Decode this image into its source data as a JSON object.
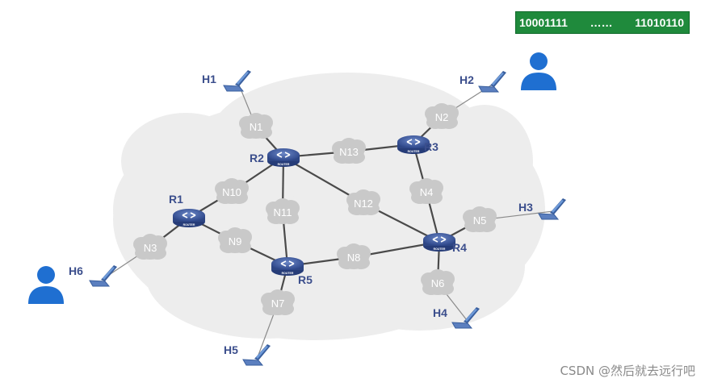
{
  "banner": {
    "left_bits": "10001111",
    "dots": "……",
    "right_bits": "11010110"
  },
  "routers": [
    {
      "id": "R1",
      "label": "R1"
    },
    {
      "id": "R2",
      "label": "R2"
    },
    {
      "id": "R3",
      "label": "R3"
    },
    {
      "id": "R4",
      "label": "R4"
    },
    {
      "id": "R5",
      "label": "R5"
    }
  ],
  "router_caption": "ROUTER",
  "networks": [
    {
      "id": "N1",
      "label": "N1"
    },
    {
      "id": "N2",
      "label": "N2"
    },
    {
      "id": "N3",
      "label": "N3"
    },
    {
      "id": "N4",
      "label": "N4"
    },
    {
      "id": "N5",
      "label": "N5"
    },
    {
      "id": "N6",
      "label": "N6"
    },
    {
      "id": "N7",
      "label": "N7"
    },
    {
      "id": "N8",
      "label": "N8"
    },
    {
      "id": "N9",
      "label": "N9"
    },
    {
      "id": "N10",
      "label": "N10"
    },
    {
      "id": "N11",
      "label": "N11"
    },
    {
      "id": "N12",
      "label": "N12"
    },
    {
      "id": "N13",
      "label": "N13"
    }
  ],
  "hosts": [
    {
      "id": "H1",
      "label": "H1"
    },
    {
      "id": "H2",
      "label": "H2"
    },
    {
      "id": "H3",
      "label": "H3"
    },
    {
      "id": "H4",
      "label": "H4"
    },
    {
      "id": "H5",
      "label": "H5"
    },
    {
      "id": "H6",
      "label": "H6"
    }
  ],
  "links": [
    [
      "H1",
      "N1"
    ],
    [
      "N1",
      "R2"
    ],
    [
      "H2",
      "N2"
    ],
    [
      "N2",
      "R3"
    ],
    [
      "R2",
      "N13"
    ],
    [
      "N13",
      "R3"
    ],
    [
      "R3",
      "N4"
    ],
    [
      "N4",
      "R4"
    ],
    [
      "R2",
      "N12"
    ],
    [
      "N12",
      "R4"
    ],
    [
      "R2",
      "N10"
    ],
    [
      "N10",
      "R1"
    ],
    [
      "R2",
      "N11"
    ],
    [
      "N11",
      "R5"
    ],
    [
      "R1",
      "N9"
    ],
    [
      "N9",
      "R5"
    ],
    [
      "R1",
      "N3"
    ],
    [
      "N3",
      "H6"
    ],
    [
      "R5",
      "N8"
    ],
    [
      "N8",
      "R4"
    ],
    [
      "R5",
      "N7"
    ],
    [
      "N7",
      "H5"
    ],
    [
      "R4",
      "N5"
    ],
    [
      "N5",
      "H3"
    ],
    [
      "R4",
      "N6"
    ],
    [
      "N6",
      "H4"
    ]
  ],
  "colors": {
    "banner_bg": "#1f8a3c",
    "router_body": "#3f5aa0",
    "router_label": "#3b4e8c",
    "network_cloud": "#c9c9c9",
    "background_cloud": "#ededed",
    "link": "#4a4a4a",
    "user_icon": "#1f6fd1",
    "laptop": "#3a5f9e"
  },
  "users": [
    {
      "id": "user-top-right"
    },
    {
      "id": "user-left"
    }
  ],
  "watermark": "CSDN @然后就去远行吧"
}
